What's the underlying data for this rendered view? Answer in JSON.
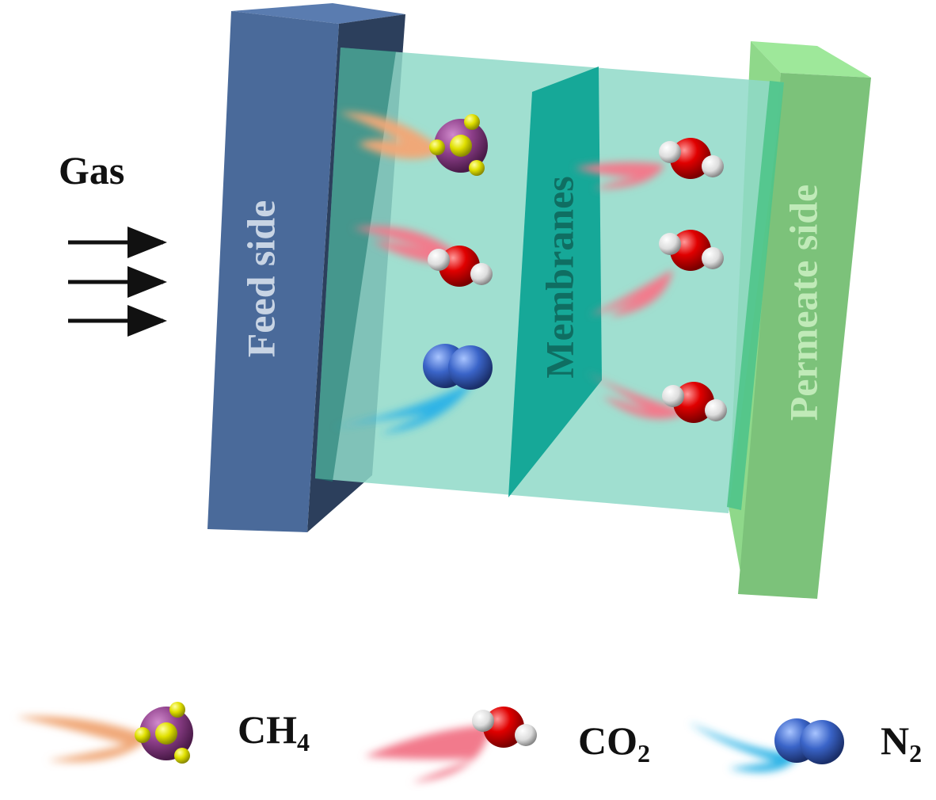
{
  "gas_label": "Gas",
  "panels": {
    "feed": "Feed side",
    "membranes": "Membranes",
    "permeate": "Permeate side"
  },
  "legend": [
    {
      "name": "CH",
      "sub": "4"
    },
    {
      "name": "CO",
      "sub": "2"
    },
    {
      "name": "N",
      "sub": "2"
    }
  ],
  "colors": {
    "feed_panel": "#4a6a9a",
    "membrane": "#16a898",
    "channel": "#8fd9c8",
    "permeate_panel": "#7cc27a",
    "ch4_tail": "#f0a878",
    "co2_tail": "#f27a8c",
    "n2_tail": "#2eb4e6",
    "ch4_center": "#8e3f8a",
    "ch4_h": "#e0e000",
    "oxygen": "#e00000",
    "hydrogen": "#eeeeee",
    "nitrogen": "#3a64c8"
  }
}
